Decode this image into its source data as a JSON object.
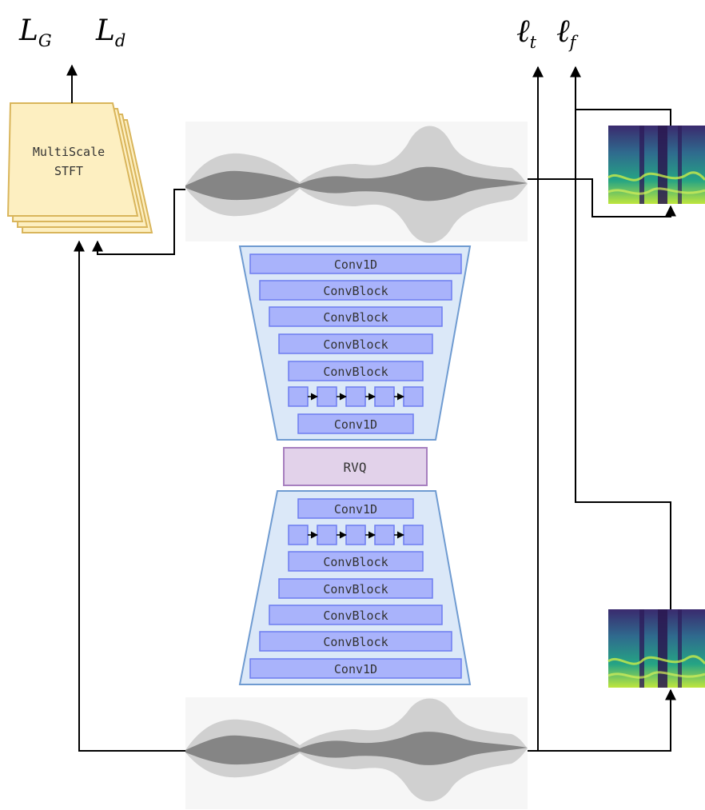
{
  "loss_labels": {
    "generator": {
      "base": "L",
      "sub": "G"
    },
    "discriminator": {
      "base": "L",
      "sub": "d"
    },
    "time": {
      "base": "ℓ",
      "sub": "t"
    },
    "frequency": {
      "base": "ℓ",
      "sub": "f"
    }
  },
  "stft_block": {
    "line1": "MultiScale",
    "line2": "STFT"
  },
  "encoder": {
    "blocks": [
      "Conv1D",
      "ConvBlock",
      "ConvBlock",
      "ConvBlock",
      "ConvBlock",
      "Conv1D"
    ]
  },
  "quantizer": {
    "label": "RVQ"
  },
  "decoder": {
    "blocks": [
      "Conv1D",
      "ConvBlock",
      "ConvBlock",
      "ConvBlock",
      "ConvBlock",
      "Conv1D"
    ]
  },
  "colors": {
    "block_fill": "#a9b3fb",
    "block_stroke": "#6c7cf0",
    "trapezoid_fill": "#dbe8f8",
    "trapezoid_stroke": "#6f9bd1",
    "rvq_fill": "#e2d2ea",
    "rvq_stroke": "#a77fbf",
    "stft_fill": "#fdefc1",
    "stft_stroke": "#d9b55b",
    "wave_light": "#cfcfcf",
    "wave_dark": "#7b7b7b"
  }
}
